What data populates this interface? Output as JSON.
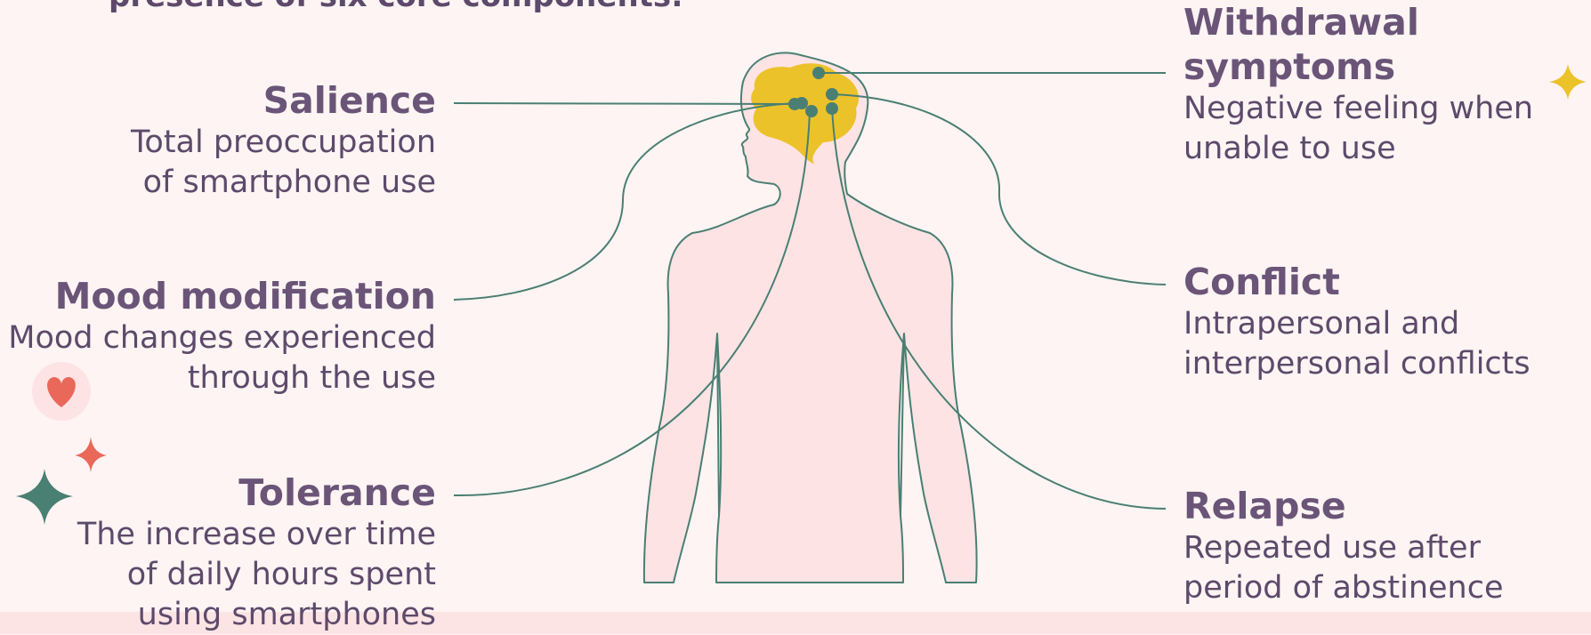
{
  "intro": "presence of six core components:",
  "components": {
    "salience": {
      "title": "Salience",
      "desc_lines": [
        "Total preoccupation",
        "of smartphone use"
      ]
    },
    "mood": {
      "title": "Mood modification",
      "desc_lines": [
        "Mood changes experienced",
        "through the use"
      ]
    },
    "tolerance": {
      "title": "Tolerance",
      "desc_lines": [
        "The increase over time",
        "of daily hours spent",
        "using smartphones"
      ]
    },
    "withdrawal": {
      "title_lines": [
        "Withdrawal",
        "symptoms"
      ],
      "desc_lines": [
        "Negative feeling when",
        "unable to use"
      ]
    },
    "conflict": {
      "title": "Conflict",
      "desc_lines": [
        "Intrapersonal and",
        "interpersonal conflicts"
      ]
    },
    "relapse": {
      "title": "Relapse",
      "desc_lines": [
        "Repeated use after",
        "period of abstinence"
      ]
    }
  },
  "colors": {
    "background": "#fef4f3",
    "text": "#5d4a6b",
    "line": "#4a7f73",
    "brain": "#ecc22b",
    "body_fill": "#fde3e4",
    "heart": "#e9685a",
    "sparkle_green": "#4a7f73",
    "sparkle_coral": "#e9685a",
    "sparkle_yellow": "#ecc22b"
  },
  "decorations": [
    "heart-icon",
    "sparkle-icon"
  ]
}
